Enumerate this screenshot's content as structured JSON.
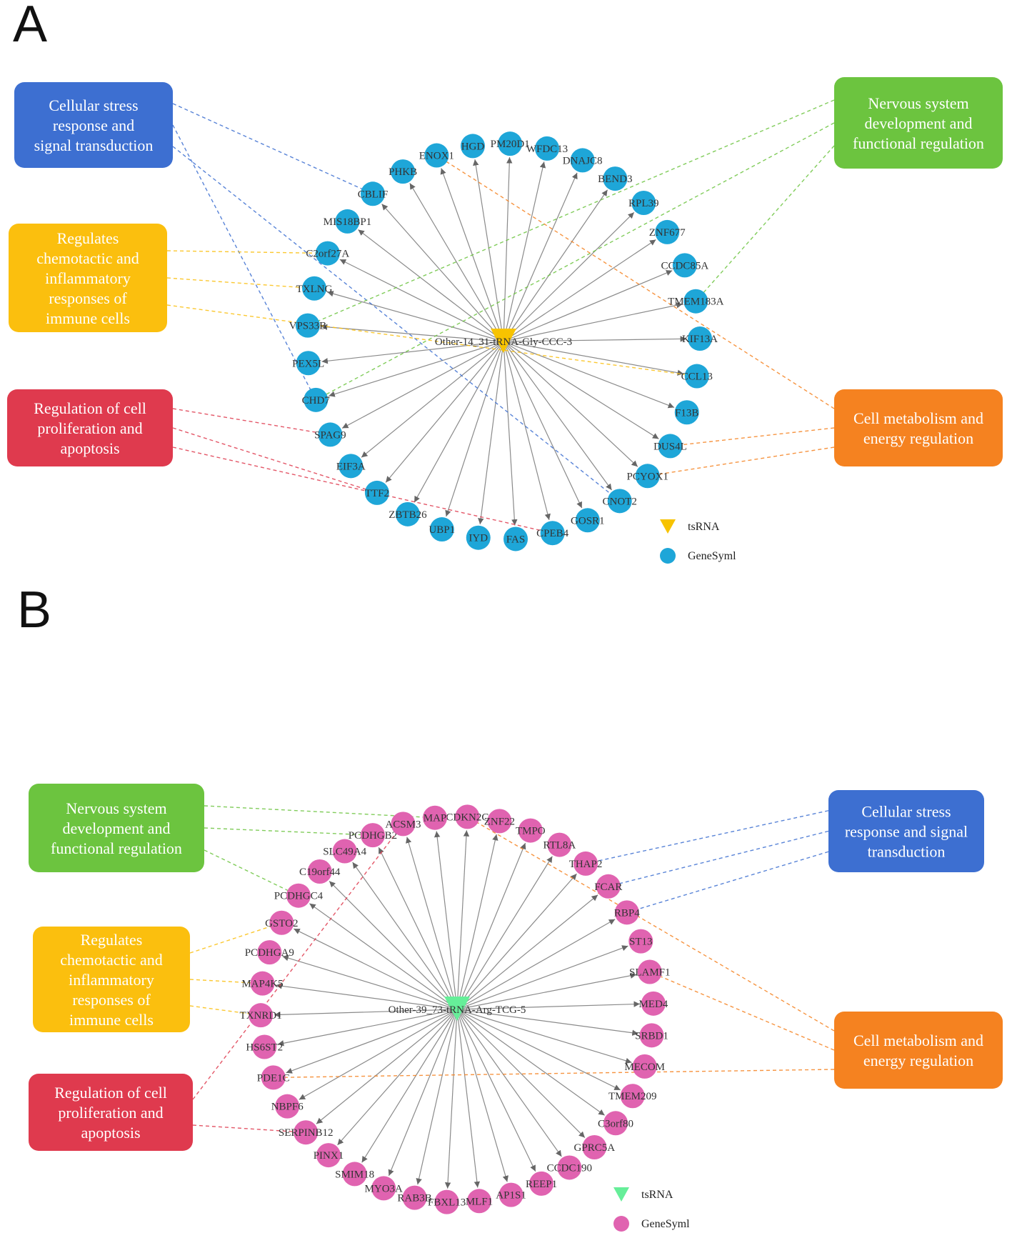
{
  "networks": [
    {
      "panel": "A",
      "center_label": "Other-14_31-tRNA-Gly-CCC-3",
      "node_color": "#1ea6d8",
      "center_color": "#f7c300",
      "genes": [
        "HGD",
        "PM20D1",
        "WFDC13",
        "DNAJC8",
        "BEND3",
        "RPL39",
        "ZNF677",
        "CCDC85A",
        "TMEM183A",
        "KIF13A",
        "CCL13",
        "F13B",
        "DUS4L",
        "PCYOX1",
        "CNOT2",
        "GOSR1",
        "CPEB4",
        "FAS",
        "IYD",
        "UBP1",
        "ZBTB26",
        "TTF2",
        "EIF3A",
        "SPAG9",
        "CHD7",
        "PEX5L",
        "VPS33B",
        "TXLNG",
        "C2orf27A",
        "MIS18BP1",
        "CBLIF",
        "PHKB",
        "ENOX1"
      ],
      "boxes": [
        {
          "key": "stress",
          "lines": [
            "Cellular stress",
            "response and",
            "signal transduction"
          ],
          "color": "#3d6fd1",
          "links": [
            "CBLIF",
            "CHD7",
            "CNOT2"
          ]
        },
        {
          "key": "chemo",
          "lines": [
            "Regulates",
            "chemotactic and",
            "inflammatory",
            "responses of",
            "immune cells"
          ],
          "color": "#fbbf0e",
          "links": [
            "C2orf27A",
            "TXLNG",
            "CCL13"
          ]
        },
        {
          "key": "prolif",
          "lines": [
            "Regulation of cell",
            "proliferation and",
            "apoptosis"
          ],
          "color": "#df3a4e",
          "links": [
            "SPAG9",
            "TTF2",
            "CPEB4"
          ]
        },
        {
          "key": "nervous",
          "lines": [
            "Nervous system",
            "development and",
            "functional regulation"
          ],
          "color": "#6cc43f",
          "links": [
            "VPS33B",
            "CHD7",
            "TMEM183A"
          ]
        },
        {
          "key": "metab",
          "lines": [
            "Cell metabolism and",
            "energy regulation"
          ],
          "color": "#f58220",
          "links": [
            "ENOX1",
            "DUS4L",
            "PCYOX1"
          ]
        }
      ],
      "legend": {
        "center": "tsRNA",
        "gene": "GeneSyml"
      }
    },
    {
      "panel": "B",
      "center_label": "Other-39_73-tRNA-Arg-TCG-5",
      "node_color": "#e063b0",
      "center_color": "#66ee99",
      "genes": [
        "CDKN2C",
        "ZNF22",
        "TMPO",
        "RTL8A",
        "THAP2",
        "FCAR",
        "RBP4",
        "ST13",
        "SLAMF1",
        "MED4",
        "SRBD1",
        "MECOM",
        "TMEM209",
        "C3orf80",
        "GPRC5A",
        "CCDC190",
        "REEP1",
        "AP1S1",
        "MLF1",
        "FBXL13",
        "RAB3B",
        "MYO3A",
        "SMIM18",
        "PINX1",
        "SERPINB12",
        "NBPF6",
        "PDE1C",
        "HS6ST2",
        "TXNRD1",
        "MAP4K5",
        "PCDHGA9",
        "GSTO2",
        "PCDHGC4",
        "C19orf44",
        "SLC49A4",
        "PCDHGB2",
        "ACSM3",
        "MAP"
      ],
      "boxes": [
        {
          "key": "nervous",
          "lines": [
            "Nervous system",
            "development and",
            "functional regulation"
          ],
          "color": "#6cc43f",
          "links": [
            "MAP",
            "PCDHGB2",
            "PCDHGC4"
          ]
        },
        {
          "key": "chemo",
          "lines": [
            "Regulates",
            "chemotactic and",
            "inflammatory",
            "responses of",
            "immune cells"
          ],
          "color": "#fbbf0e",
          "links": [
            "GSTO2",
            "MAP4K5",
            "TXNRD1"
          ]
        },
        {
          "key": "prolif",
          "lines": [
            "Regulation of cell",
            "proliferation and",
            "apoptosis"
          ],
          "color": "#df3a4e",
          "links": [
            "ACSM3",
            "SERPINB12"
          ]
        },
        {
          "key": "stress",
          "lines": [
            "Cellular stress",
            "response and signal",
            "transduction"
          ],
          "color": "#3d6fd1",
          "links": [
            "THAP2",
            "FCAR",
            "RBP4"
          ]
        },
        {
          "key": "metab",
          "lines": [
            "Cell metabolism and",
            "energy regulation"
          ],
          "color": "#f58220",
          "links": [
            "CDKN2C",
            "SLAMF1",
            "PDE1C"
          ]
        }
      ],
      "legend": {
        "center": "tsRNA",
        "gene": "GeneSyml"
      }
    }
  ]
}
